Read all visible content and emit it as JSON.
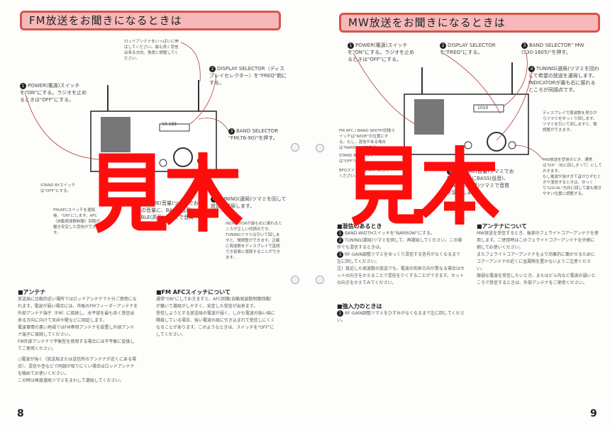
{
  "left_page": {
    "title": "FM放送をお聞きになるときは",
    "page_number": "8",
    "rod_antenna_note": "ロッドアンテナをいっぱいに伸ばしてください。最も良く受信出来る方向、角度に調整してください。",
    "step1": "POWER(電源)スイッチを\"ON\"にする。ラジオを止めるときは\"OFF\"にする。",
    "step2": "DISPLAY SELECTOR（ディスプレイセレクター）を\"FREQ\"側にする。",
    "step3": "BAND SELECTOR \"FM(76-90)\"を押す。",
    "step4": "TUNING(選局)ツマミを回して放送を選局します。",
    "step5": "VOLUME(音量)ツマミでお好みの音量に、BASS(低音)、TREBLE(高音)ツマミで音質を調整します。",
    "standby_note": "STAND BYスイッチは\"OFF\"にする。",
    "afc_note": "FM/AFCスイッチを選局後、\"ON\"にします。AFC（自動周波数制御）回路が働き安定した受信ができます。",
    "indicator_note": "INDICATORが最も右に振れるところが正しい同調点です。TUNINGツマミは引いて回しますと、微調整ができます。正確に周波数をディスプレイで直読でき容易に選局することができます。",
    "display_reading": "10.183",
    "antenna_section": {
      "heading": "■アンテナ",
      "body": "放送局に比較的近い場所ではロッドアンテナで十分ご使用になれます。電波が弱い場合には、市販のFMフィーダーアンテナを外部アンテナ端子（FM）に接続し、水平部を最も良く受信出来る方向に向けて天井や壁などに固定します。\n電波事情の悪い地域ではFM専用アンテナを設置し外部アンテナ端子に接続してください。\nFM外部アンテナで平衡型を使用する場合には不平衡に変換してご使用ください。",
      "note": "○電波が強く（放送局または送信所のアンテナが近くにある場合）、混信や歪などで同調が取りにくい場合はロッドアンテナを縮めてお使いください。\nこの時は再度選局ツマミをまわして選局してください。"
    },
    "afc_section": {
      "heading": "■FM AFCスイッチについて",
      "body": "通常\"ON\"にしておきますと、AFC回路(自動周波数制御回路）が働いて選局がしやすく、安定した受信が出来ます。\n受信しようとする放送局の電波が弱く、しかも電波の強い局に隣接している場合、強い電波の局に引き込まれて受信しにくくなることがあります。このようなときは、スイッチを\"OFF\"にしてください。"
    }
  },
  "right_page": {
    "title": "MW放送をお聞きになるときは",
    "page_number": "9",
    "step1": "POWER(電源)スイッチを\"ON\"にする。ラジオを止めるときは\"OFF\"にする。",
    "step2": "DISPLAY SELECTORを\"FREQ\"にする。",
    "step3": "BAND SELECTOR\" MW (530-1605)\"を押す。",
    "step4": "TUNING(選局)ツマミを回わして希望の放送を選局します。INDICATORが最も右に振れるところが同調点です。",
    "step4_note": "ディスプレイで周波数を見ながらツマミをゆっくり回します。ツマミを引いて回しますと、微調整ができます。",
    "step5": "VOLUME(音量)ツマミでお好みの音量にBASS(低音)、TREBLE(高音)ツマミで音質を調整します。",
    "afc_bw_note": "FM AFC / BAND WIDTH切換スイッチは\"WIDE\"の位置にする。もし、混信がある場合は\"NARROW\"にする。",
    "standby_note": "STAND BYスイッチは\"OFF\"にする。",
    "bfo_note": "BFOスイッチは\"OFF\"にしてください。",
    "mw_note": "MW放送を受信のとき、通常は\"DX\"（右に回しきって）にしておきます。\nもし電波が強すぎて音がひずむときや混信するときは、ゆっくり\"LOCAL\"方向に回して最も聞きやすい位置に調整する。",
    "display_reading": "1010",
    "interference_section": {
      "heading": "■混信のあるとき",
      "items": [
        "BAND-WIDTHスイッチを\"NARROW\"にする。",
        "TUNING(選局)ツマミを回して、再選局してください。この操作でも混信するときは。",
        "RF-GAIN調整ツマミをゆっくり混信する信号がなくなるまで左に回してください。"
      ],
      "note": "注）接近した周波数の放送でも、電波の到来方向が異なる場合はセットの向きをかえることで混信を少くすることができます。セットの向きをかえてみてください。"
    },
    "strong_input_section": {
      "heading": "■強入力のときは",
      "items": [
        "RF-GAIN調整ツマミをひずみがなくなるまで左に回してください。"
      ]
    },
    "antenna_section": {
      "heading": "■アンテナについて",
      "body": "MW放送を受信するとき、後部のフェライトコアーアンテナを使用します。ご使用時はこのフェライトコアーアンテナを外側に倒してお使いください。\nまたフェライトコアーアンテナをより効果的に働かせるためにコアーアンテナの近くに金属物を置かないようご注意ください。\n微弱な電波を受信したいとき、またはビル内など電波の弱いところで受信するときは、外部アンテナをご使用ください。"
    }
  },
  "watermark": "見本",
  "colors": {
    "title_fill": "#f6b8b8",
    "title_border": "#d9534a",
    "watermark": "#ff0d0d",
    "leader_line": "#b03a3a"
  }
}
